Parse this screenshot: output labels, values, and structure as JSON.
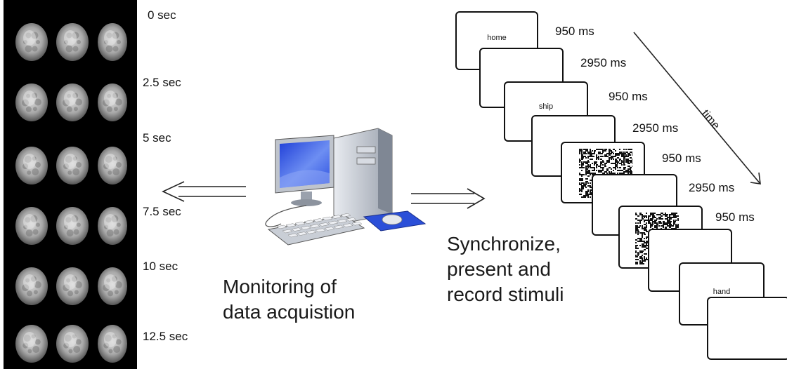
{
  "scan": {
    "times": [
      "0 sec",
      "2.5 sec",
      "5 sec",
      "7.5 sec",
      "10 sec",
      "12.5 sec"
    ]
  },
  "computer": {
    "caption_line1": "Monitoring of",
    "caption_line2": "data acquistion"
  },
  "stimulus": {
    "caption_line1": "Synchronize,",
    "caption_line2": "present and",
    "caption_line3": "record stimuli",
    "time_label": "time",
    "cards": [
      {
        "word": "home",
        "duration": "950 ms"
      },
      {
        "word": "",
        "duration": "2950 ms"
      },
      {
        "word": "ship",
        "duration": "950 ms"
      },
      {
        "word": "",
        "duration": "2950 ms"
      },
      {
        "word": "",
        "duration": "950 ms"
      },
      {
        "word": "",
        "duration": "2950 ms"
      },
      {
        "word": "",
        "duration": "950 ms"
      },
      {
        "word": "",
        "duration": ""
      },
      {
        "word": "hand",
        "duration": ""
      },
      {
        "word": "",
        "duration": ""
      }
    ]
  },
  "colors": {
    "scan_background": "#000000",
    "screen_blue": "#3a5fe0",
    "mousepad_blue": "#2b4fd8",
    "computer_gray": "#c8cdd6"
  }
}
